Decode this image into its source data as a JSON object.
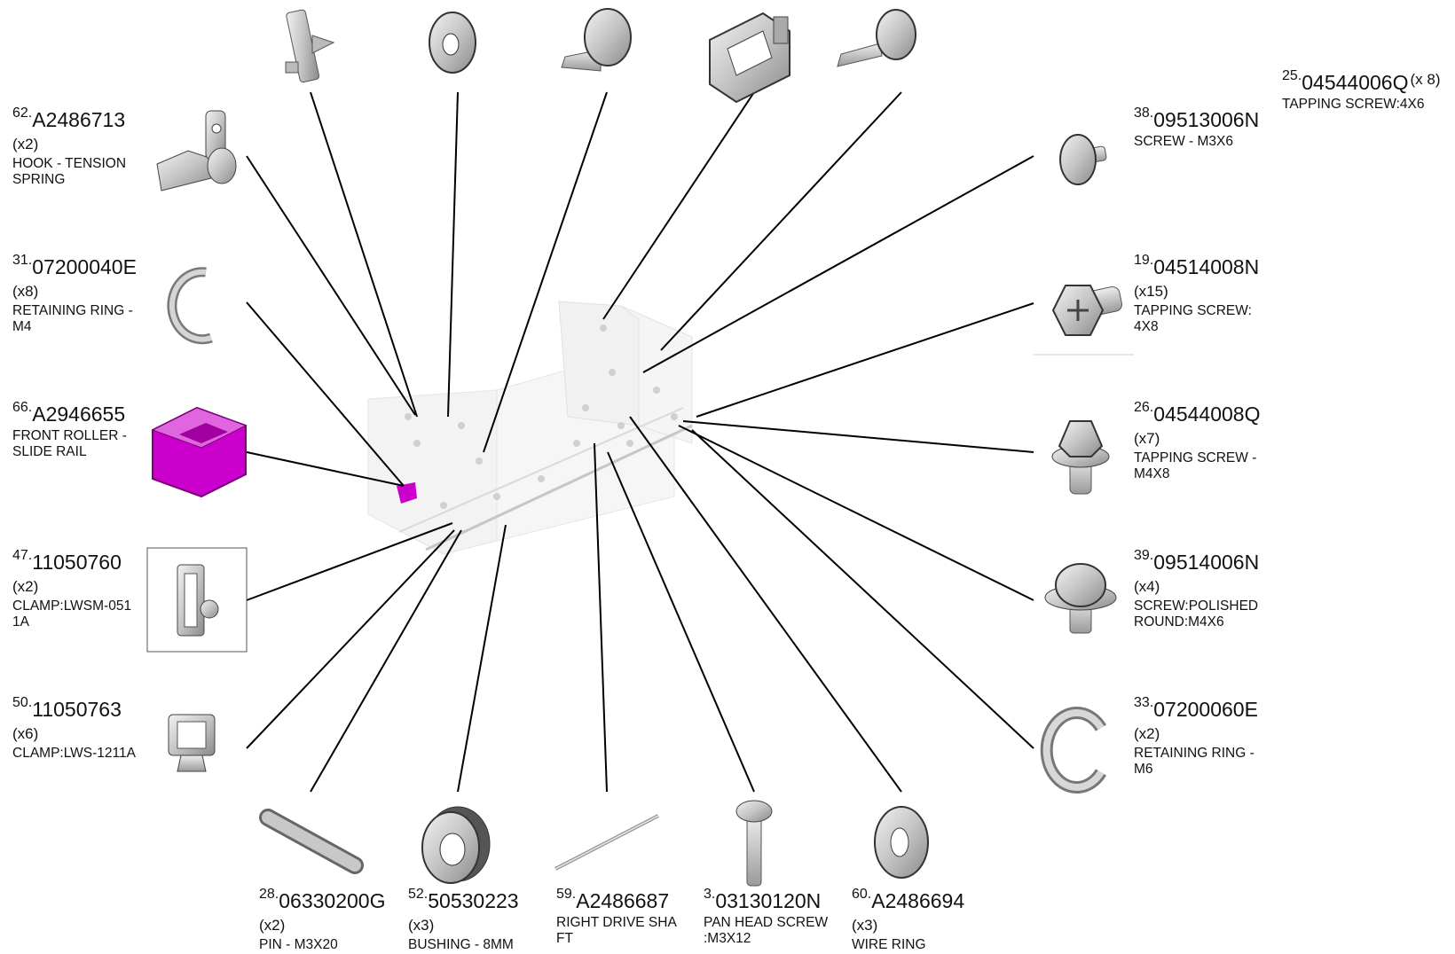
{
  "parts": [
    {
      "id": "p25",
      "index": "25.",
      "number": "04544006Q",
      "qty": "(x 8)",
      "desc": "TAPPING SCREW:4X6"
    },
    {
      "id": "p38",
      "index": "38.",
      "number": "09513006N",
      "qty": "",
      "desc": "SCREW - M3X6"
    },
    {
      "id": "p62",
      "index": "62.",
      "number": "A2486713",
      "qty": "(x2)",
      "desc": "HOOK - TENSION\nSPRING"
    },
    {
      "id": "p31",
      "index": "31.",
      "number": "07200040E",
      "qty": "(x8)",
      "desc": "RETAINING RING -\nM4"
    },
    {
      "id": "p19",
      "index": "19.",
      "number": "04514008N",
      "qty": "(x15)",
      "desc": "TAPPING SCREW:\n4X8"
    },
    {
      "id": "p66",
      "index": "66.",
      "number": "A2946655",
      "qty": "",
      "desc": "FRONT ROLLER -\nSLIDE RAIL"
    },
    {
      "id": "p26",
      "index": "26.",
      "number": "04544008Q",
      "qty": "(x7)",
      "desc": "TAPPING SCREW -\n M4X8"
    },
    {
      "id": "p47",
      "index": "47.",
      "number": "11050760",
      "qty": "(x2)",
      "desc": "CLAMP:LWSM-051\n1A"
    },
    {
      "id": "p39",
      "index": "39.",
      "number": "09514006N",
      "qty": "(x4)",
      "desc": "SCREW:POLISHED\n ROUND:M4X6"
    },
    {
      "id": "p50",
      "index": "50.",
      "number": "11050763",
      "qty": "(x6)",
      "desc": "CLAMP:LWS-1211A"
    },
    {
      "id": "p33",
      "index": "33.",
      "number": "07200060E",
      "qty": "(x2)",
      "desc": "RETAINING RING -\nM6"
    },
    {
      "id": "p28",
      "index": "28.",
      "number": "06330200G",
      "qty": "(x2)",
      "desc": "PIN - M3X20"
    },
    {
      "id": "p52",
      "index": "52.",
      "number": "50530223",
      "qty": "(x3)",
      "desc": "BUSHING - 8MM"
    },
    {
      "id": "p59",
      "index": "59.",
      "number": "A2486687",
      "qty": "",
      "desc": "RIGHT DRIVE SHA\nFT"
    },
    {
      "id": "p3",
      "index": "3.",
      "number": "03130120N",
      "qty": "",
      "desc": "PAN HEAD SCREW\n:M3X12"
    },
    {
      "id": "p60",
      "index": "60.",
      "number": "A2486694",
      "qty": "(x3)",
      "desc": "WIRE RING"
    }
  ],
  "colors": {
    "highlight": "#cc00cc",
    "part_fill": "#c8c8c8",
    "part_stroke": "#555555",
    "leader": "#000000",
    "assembly": "#d8d8d8"
  }
}
